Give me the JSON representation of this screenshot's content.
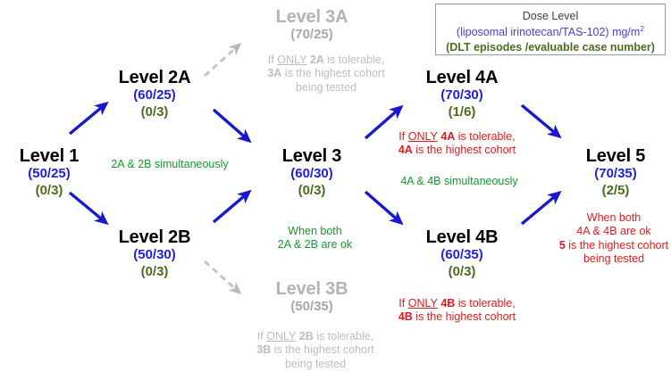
{
  "legend": {
    "title": "Dose Level",
    "line2_pre": "(liposomal irinotecan/TAS-102) mg/m",
    "line2_sup": "2",
    "line3": "(DLT episodes /evaluable case number)"
  },
  "colors": {
    "dose": "#2020e0",
    "dlt": "#4d6b1f",
    "warning": "#e01b1b",
    "ok": "#159a2e",
    "inactive": "#b3b3b3",
    "arrow_active": "#1818d0",
    "arrow_inactive": "#b8b8b8",
    "title": "#000000"
  },
  "nodes": [
    {
      "id": "level-1",
      "title": "Level 1",
      "dose": "(50/25)",
      "dlt": "(0/3)",
      "state": "active"
    },
    {
      "id": "level-2a",
      "title": "Level 2A",
      "dose": "(60/25)",
      "dlt": "(0/3)",
      "state": "active"
    },
    {
      "id": "level-2b",
      "title": "Level 2B",
      "dose": "(50/30)",
      "dlt": "(0/3)",
      "state": "active"
    },
    {
      "id": "level-3a",
      "title": "Level 3A",
      "dose": "(70/25)",
      "dlt": "",
      "state": "inactive"
    },
    {
      "id": "level-3",
      "title": "Level 3",
      "dose": "(60/30)",
      "dlt": "(0/3)",
      "state": "active"
    },
    {
      "id": "level-3b",
      "title": "Level 3B",
      "dose": "(50/35)",
      "dlt": "",
      "state": "inactive"
    },
    {
      "id": "level-4a",
      "title": "Level 4A",
      "dose": "(70/30)",
      "dlt": "(1/6)",
      "state": "active"
    },
    {
      "id": "level-4b",
      "title": "Level 4B",
      "dose": "(60/35)",
      "dlt": "(0/3)",
      "state": "active"
    },
    {
      "id": "level-5",
      "title": "Level 5",
      "dose": "(70/35)",
      "dlt": "(2/5)",
      "state": "active"
    }
  ],
  "notes": {
    "branch_2": "2A & 2B simultaneously",
    "merge_3_l1": "When both",
    "merge_3_l2": "2A & 2B are ok",
    "branch_4": "4A & 4B simultaneously",
    "note_3a_l1_a": "If ",
    "note_3a_l1_b": "ONLY",
    "note_3a_l1_c": " 2A",
    "note_3a_l1_d": " is tolerable,",
    "note_3a_l2_a": "3A",
    "note_3a_l2_b": " is the highest cohort",
    "note_3a_l3": "being  tested",
    "note_3b_l1_a": "If ",
    "note_3b_l1_b": "ONLY",
    "note_3b_l1_c": " 2B",
    "note_3b_l1_d": " is tolerable,",
    "note_3b_l2_a": "3B",
    "note_3b_l2_b": " is the highest cohort",
    "note_3b_l3": "being tested",
    "note_4a_l1_a": "If ",
    "note_4a_l1_b": "ONLY",
    "note_4a_l1_c": " 4A",
    "note_4a_l1_d": " is tolerable,",
    "note_4a_l2_a": "4A",
    "note_4a_l2_b": " is the highest cohort",
    "note_4b_l1_a": "If ",
    "note_4b_l1_b": "ONLY",
    "note_4b_l1_c": " 4B",
    "note_4b_l1_d": " is tolerable,",
    "note_4b_l2_a": "4B",
    "note_4b_l2_b": " is the highest cohort",
    "note_5_l1": "When both",
    "note_5_l2": "4A & 4B are ok",
    "note_5_l3_a": "5",
    "note_5_l3_b": " is the highest cohort",
    "note_5_l4": "being tested"
  }
}
